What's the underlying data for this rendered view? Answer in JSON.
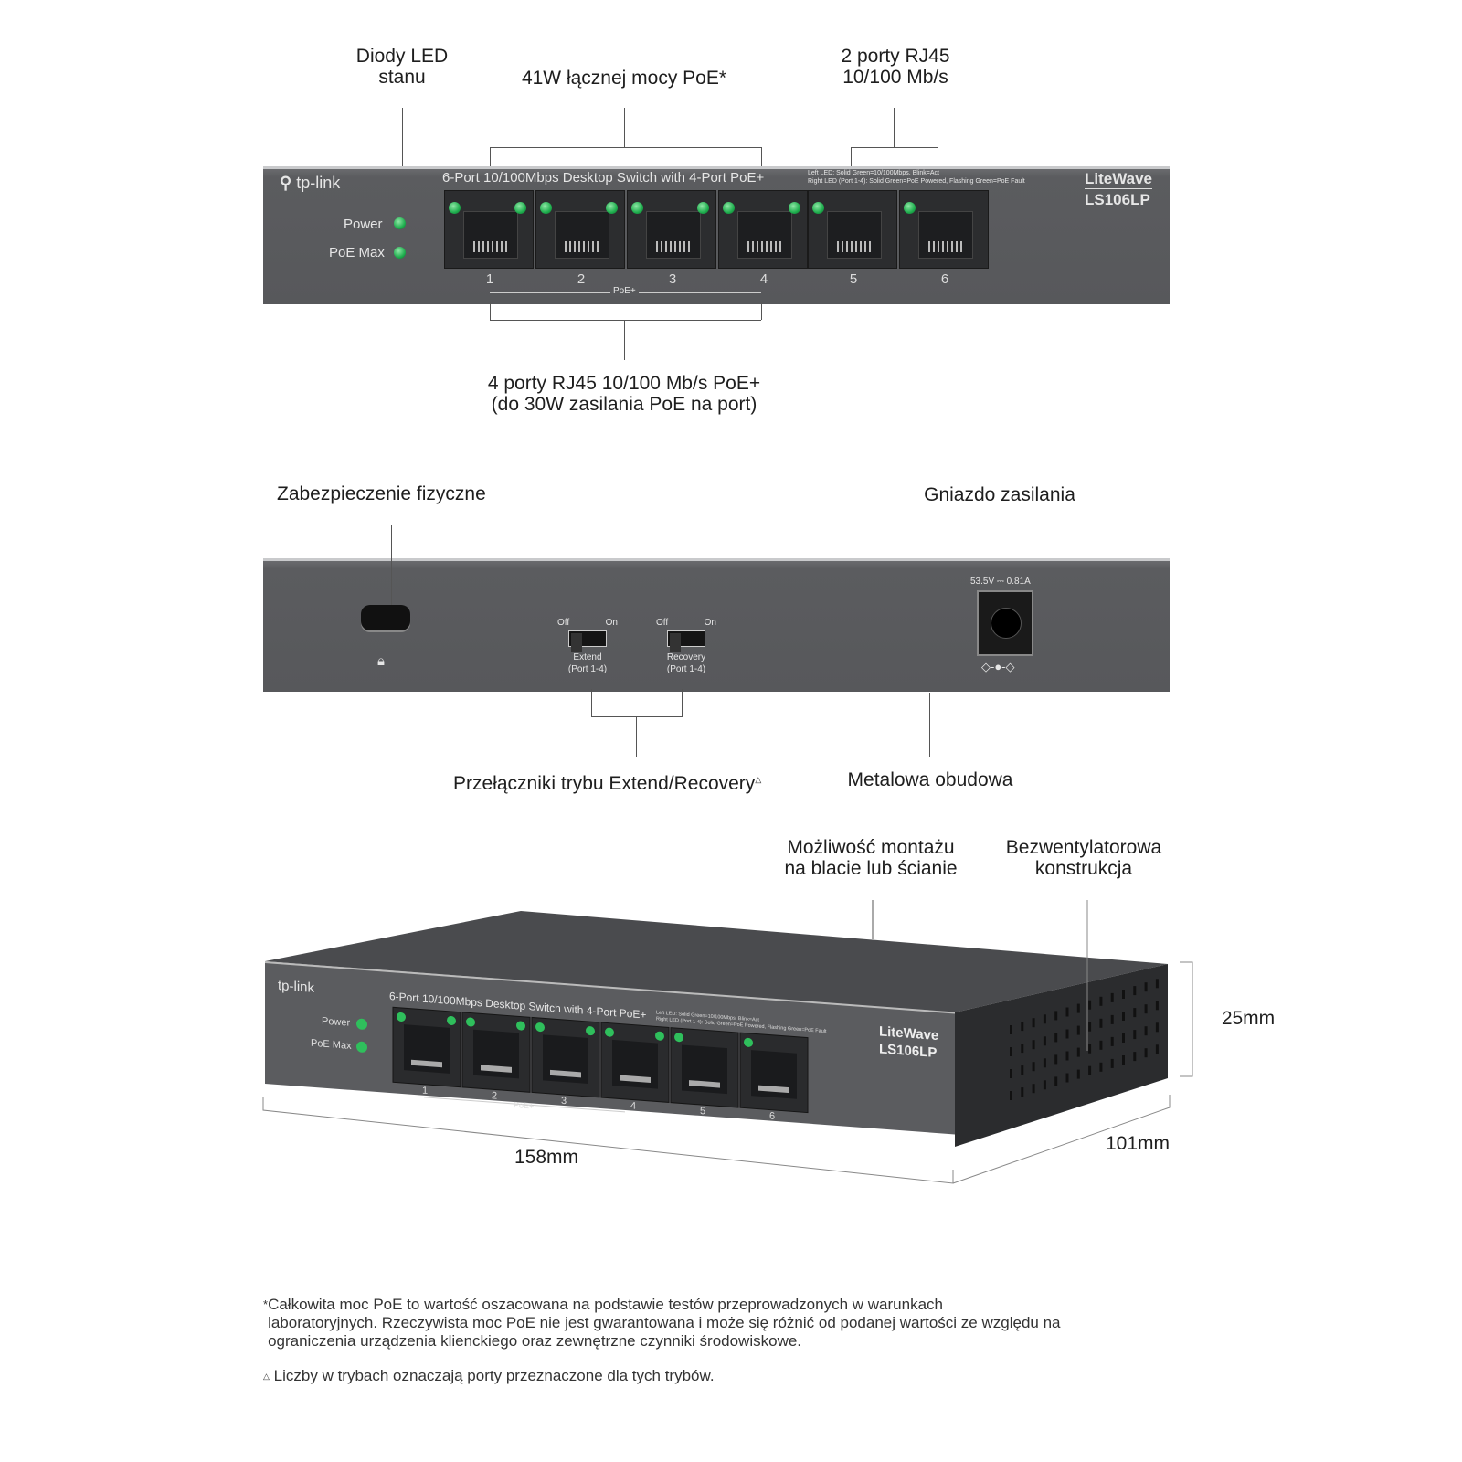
{
  "callouts": {
    "status_leds": "Diody LED\nstanu",
    "poe_power": "41W łącznej mocy PoE*",
    "rj45_2": "2 porty RJ45\n10/100 Mb/s",
    "rj45_poe": "4 porty RJ45 10/100 Mb/s PoE+\n(do 30W zasilania PoE na port)",
    "security": "Zabezpieczenie fizyczne",
    "power_socket": "Gniazdo zasilania",
    "mode_switches": "Przełączniki trybu Extend/Recovery",
    "mode_mark": "△",
    "metal_case": "Metalowa obudowa",
    "mounting": "Możliwość montażu\nna blacie lub ścianie",
    "fanless": "Bezwentylatorowa\nkonstrukcja"
  },
  "device": {
    "brand": "tp-link",
    "title": "6-Port 10/100Mbps Desktop Switch with 4-Port PoE+",
    "led_legend_1": "Left LED: Solid Green=10/100Mbps, Blink=Act",
    "led_legend_2": "Right LED (Port 1-4): Solid Green=PoE Powered, Flashing Green=PoE Fault",
    "series": "LiteWave",
    "model": "LS106LP",
    "power_label": "Power",
    "poemax_label": "PoE Max",
    "ports": [
      "1",
      "2",
      "3",
      "4",
      "5",
      "6"
    ],
    "poe_group": "PoE+",
    "led_color": "#2fbf5c"
  },
  "back": {
    "power_rating": "53.5V ⎓ 0.81A",
    "polarity": "◇-●-◇",
    "lock_icon": "lock-icon",
    "switches": [
      {
        "off": "Off",
        "on": "On",
        "name": "Extend",
        "ports": "(Port 1-4)"
      },
      {
        "off": "Off",
        "on": "On",
        "name": "Recovery",
        "ports": "(Port 1-4)"
      }
    ]
  },
  "dimensions": {
    "height": "25mm",
    "depth": "101mm",
    "width": "158mm"
  },
  "footnotes": {
    "star": "*",
    "poe_note": "Całkowita moc PoE to wartość oszacowana na podstawie testów przeprowadzonych w warunkach\nlaboratoryjnych. Rzeczywista moc PoE nie jest gwarantowana i może się różnić od podanej wartości ze względu na\nograniczenia urządzenia klienckiego oraz zewnętrzne czynniki środowiskowe.",
    "tri": "△",
    "mode_note": "Liczby w trybach oznaczają porty przeznaczone dla tych trybów."
  }
}
